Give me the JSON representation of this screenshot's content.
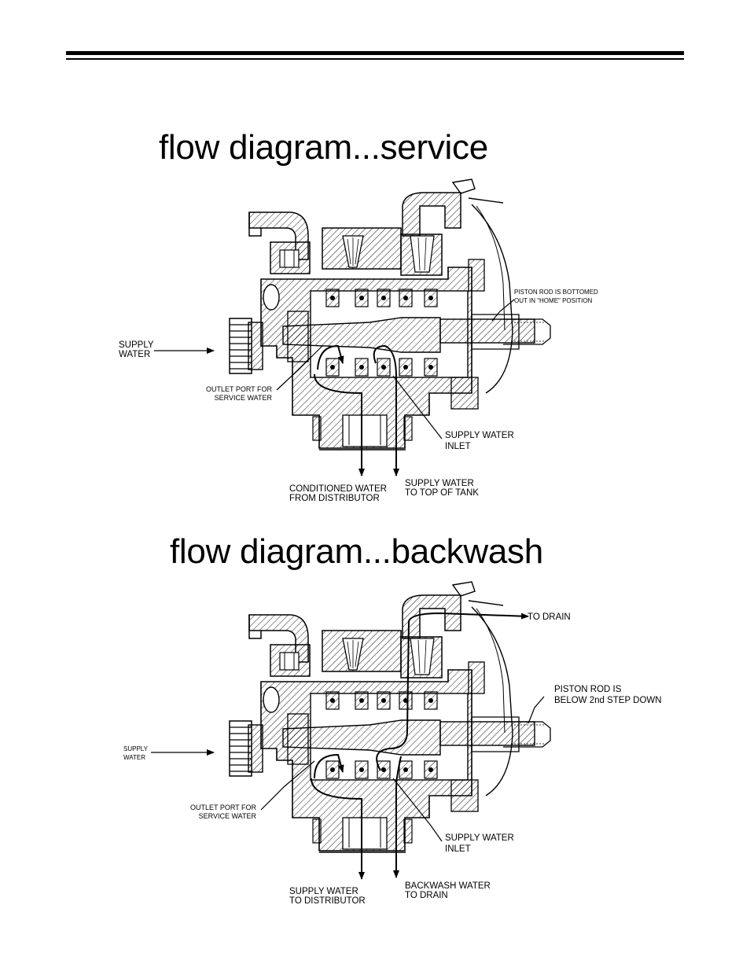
{
  "titles": {
    "service": "flow diagram...service",
    "backwash": "flow diagram...backwash"
  },
  "service": {
    "supply_water": [
      "SUPPLY",
      "WATER"
    ],
    "outlet_port": [
      "OUTLET PORT FOR",
      "SERVICE WATER"
    ],
    "piston_rod": [
      "PISTON ROD IS BOTTOMED",
      "OUT IN \"HOME\" POSITION"
    ],
    "supply_water_inlet": [
      "SUPPLY WATER",
      "INLET"
    ],
    "conditioned_water": [
      "CONDITIONED WATER",
      "FROM DISTRIBUTOR"
    ],
    "supply_to_tank": [
      "SUPPLY WATER",
      "TO TOP OF TANK"
    ]
  },
  "backwash": {
    "supply_water": [
      "SUPPLY",
      "WATER"
    ],
    "to_drain": "TO DRAIN",
    "piston_rod": [
      "PISTON ROD IS",
      "BELOW 2nd STEP DOWN"
    ],
    "outlet_port": [
      "OUTLET PORT FOR",
      "SERVICE WATER"
    ],
    "supply_water_inlet": [
      "SUPPLY WATER",
      "INLET"
    ],
    "supply_to_distributor": [
      "SUPPLY WATER",
      "TO DISTRIBUTOR"
    ],
    "backwash_to_drain": [
      "BACKWASH WATER",
      "TO DRAIN"
    ]
  }
}
